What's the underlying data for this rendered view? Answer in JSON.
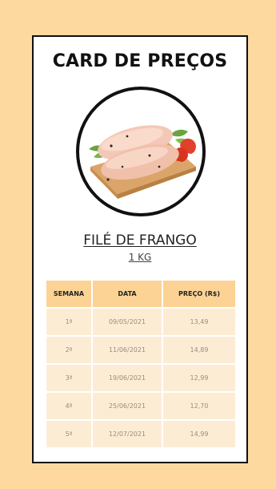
{
  "card": {
    "title": "CARD DE PREÇOS",
    "product": {
      "name": "FILÉ DE FRANGO",
      "unit": "1 KG"
    }
  },
  "table": {
    "headers": [
      "SEMANA",
      "DATA",
      "PREÇO (R$)"
    ],
    "rows": [
      [
        "1ª",
        "09/05/2021",
        "13,49"
      ],
      [
        "2ª",
        "11/06/2021",
        "14,89"
      ],
      [
        "3ª",
        "19/06/2021",
        "12,99"
      ],
      [
        "4ª",
        "25/06/2021",
        "12,70"
      ],
      [
        "5ª",
        "12/07/2021",
        "14,99"
      ]
    ]
  },
  "colors": {
    "background": "#fdd9a0",
    "header_fill": "#fcd394",
    "row_fill": "#fdecd4"
  }
}
